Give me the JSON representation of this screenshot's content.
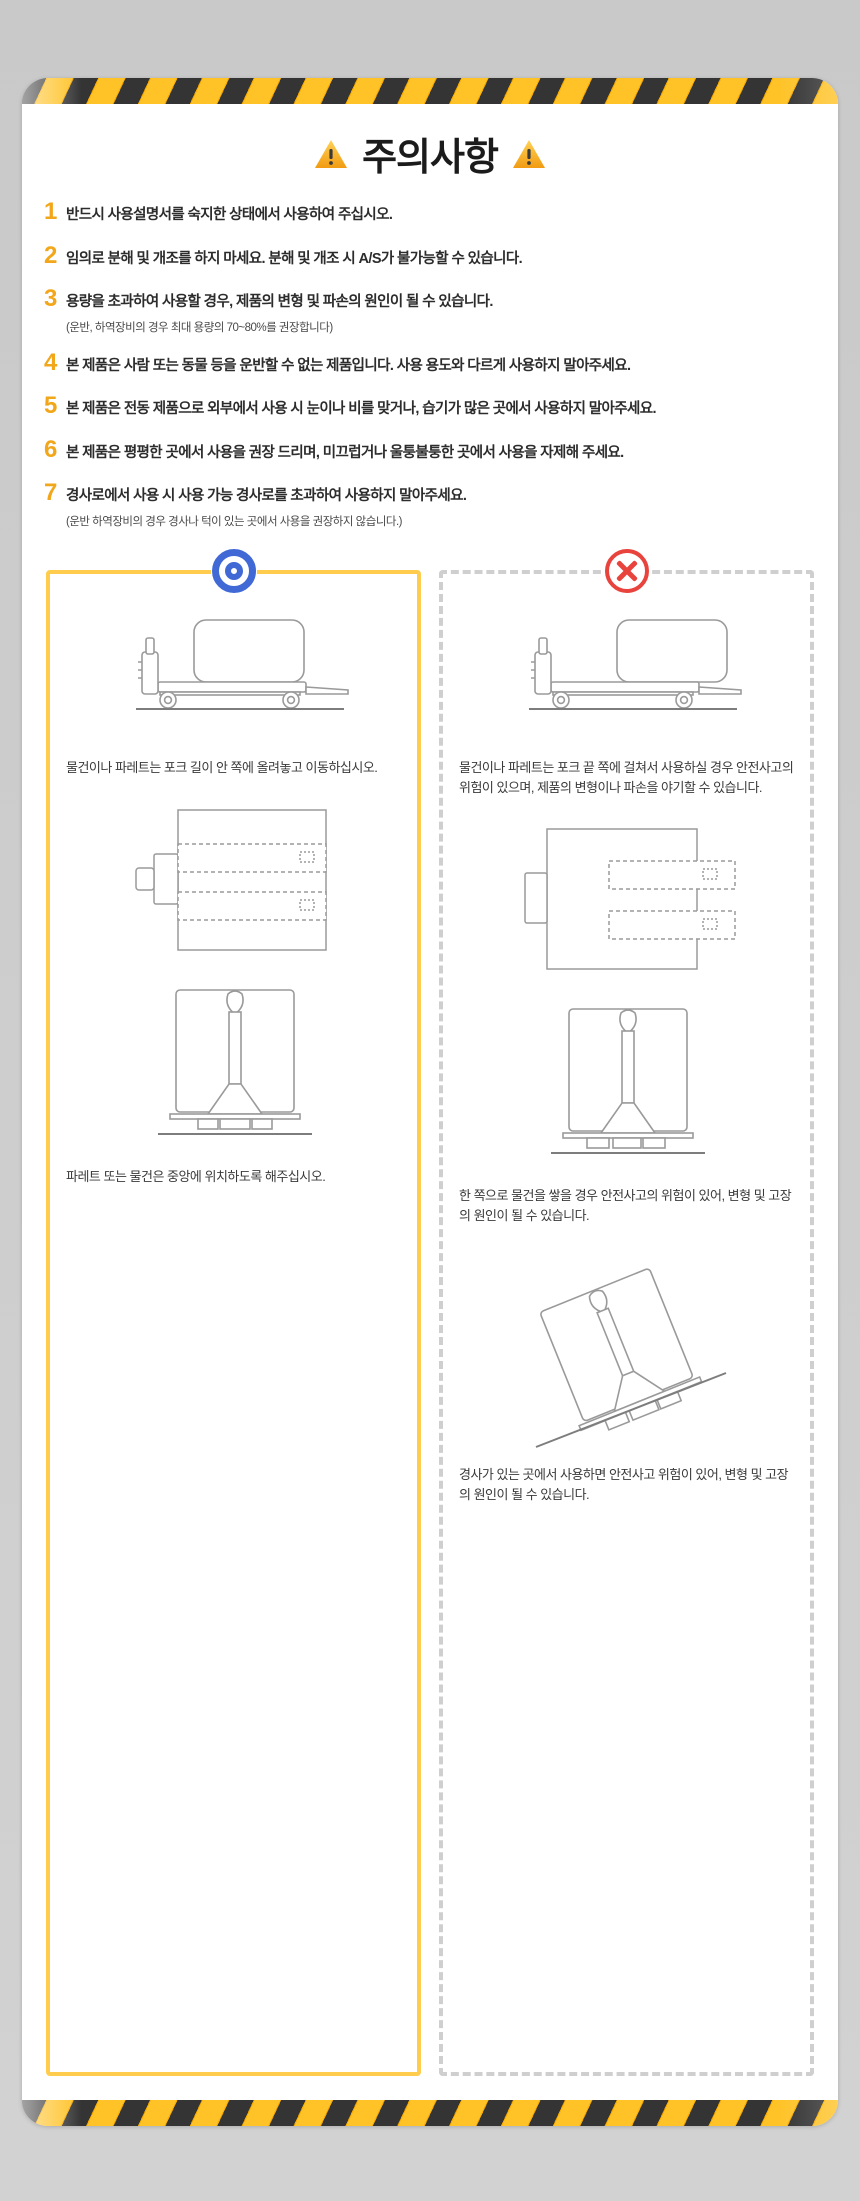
{
  "header": {
    "title": "주의사항",
    "warning_icon_left": "warning-triangle-icon",
    "warning_icon_right": "warning-triangle-icon",
    "stripe_colors": [
      "#343434",
      "#ffc328"
    ]
  },
  "precautions": [
    {
      "num": "1",
      "text": "반드시 사용설명서를 숙지한 상태에서 사용하여 주십시오."
    },
    {
      "num": "2",
      "text": "임의로 분해 및 개조를 하지 마세요. 분해 및 개조 시 A/S가 불가능할 수 있습니다."
    },
    {
      "num": "3",
      "text": "용량을 초과하여 사용할 경우, 제품의 변형 및 파손의 원인이 될 수 있습니다.",
      "note": "(운반, 하역장비의 경우 최대 용량의 70~80%를 권장합니다)"
    },
    {
      "num": "4",
      "text": "본 제품은 사람 또는 동물 등을 운반할 수 없는 제품입니다. 사용 용도와 다르게 사용하지 말아주세요."
    },
    {
      "num": "5",
      "text": "본 제품은 전동 제품으로 외부에서 사용 시 눈이나 비를 맞거나, 습기가 많은 곳에서 사용하지 말아주세요."
    },
    {
      "num": "6",
      "text": "본 제품은 평평한 곳에서 사용을 권장 드리며, 미끄럽거나 울퉁불퉁한 곳에서 사용을 자제해 주세요."
    },
    {
      "num": "7",
      "text": "경사로에서 사용 시 사용 가능 경사로를 초과하여 사용하지 말아주세요.",
      "note": "(운반 하역장비의 경우 경사나 턱이 있는 곳에서 사용을 권장하지 않습니다.)"
    }
  ],
  "panels": {
    "ok": {
      "mark": "circle-o-mark",
      "mark_color": "#4169d6",
      "border_color": "#ffcc4d",
      "captions": [
        "물건이나 파레트는 포크 길이 안 쪽에 올려놓고 이동하십시오.",
        "파레트 또는 물건은 중앙에 위치하도록 해주십시오."
      ]
    },
    "bad": {
      "mark": "circle-x-mark",
      "mark_color": "#e8433c",
      "border_color": "#cfcfcf",
      "captions": [
        "물건이나 파레트는 포크 끝 쪽에 걸쳐서 사용하실 경우 안전사고의 위험이 있으며, 제품의 변형이나 파손을 야기할 수 있습니다.",
        "한 쪽으로 물건을 쌓을 경우 안전사고의 위험이 있어, 변형 및 고장의 원인이 될 수 있습니다.",
        "경사가 있는 곳에서 사용하면 안전사고 위험이 있어, 변형 및 고장의 원인이 될 수 있습니다."
      ]
    }
  },
  "colors": {
    "accent_yellow": "#f2a71b",
    "panel_border_ok": "#ffcc4d",
    "panel_border_bad": "#cfcfcf",
    "mark_blue": "#4169d6",
    "mark_red": "#e8433c",
    "text_dark": "#2c2c2c",
    "page_bg": "#ffffff"
  }
}
